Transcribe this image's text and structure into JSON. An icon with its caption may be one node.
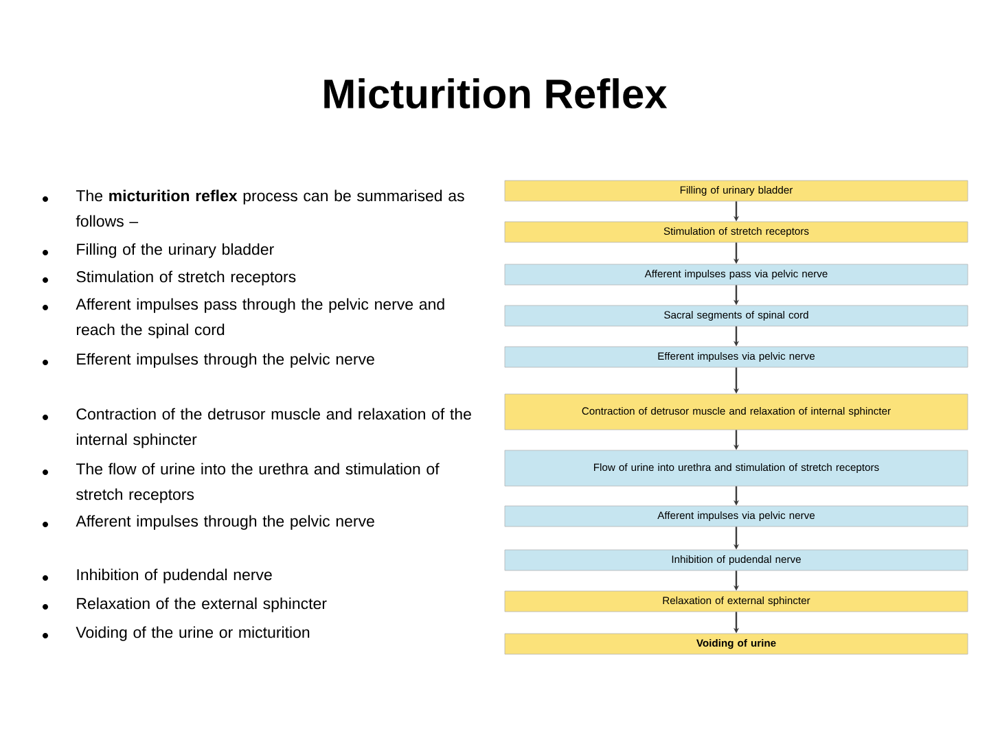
{
  "diagram": {
    "title": "Micturition Reflex",
    "nodes": [
      {
        "text": [
          "Filling of urinary bladder"
        ]
      },
      {
        "text": [
          "Stimulation of stretch receptors"
        ]
      },
      {
        "text": [
          "Afferent impulses pass via pelvic nerve"
        ]
      },
      {
        "text": [
          "Sacral segments of spinal cord"
        ]
      },
      {
        "text": [
          "Efferent impulses via pelvic nerve"
        ]
      },
      {
        "text": [
          "Contraction of detrusor muscle and relaxation of internal sphincter"
        ]
      },
      {
        "text": [
          "Flow of urine into urethra and stimulation of stretch receptors"
        ]
      },
      {
        "text": [
          "Afferent impulses via pelvic nerve"
        ]
      },
      {
        "text": [
          "Inhibition of pudendal nerve"
        ]
      },
      {
        "text": [
          "Relaxation of external sphincter"
        ]
      },
      {
        "text": [
          "Voiding of urine"
        ]
      }
    ],
    "edges": [
      {
        "from": 0,
        "to": 1,
        "arrow": "to"
      },
      {
        "from": 1,
        "to": 2,
        "arrow": "to"
      },
      {
        "from": 2,
        "to": 3,
        "arrow": "to"
      },
      {
        "from": 3,
        "to": 4,
        "arrow": "to"
      },
      {
        "from": 4,
        "to": 5,
        "arrow": "to"
      },
      {
        "from": 5,
        "to": 6,
        "arrow": "to"
      },
      {
        "from": 6,
        "to": 7,
        "arrow": "to"
      },
      {
        "from": 7,
        "to": 8,
        "arrow": "to"
      },
      {
        "from": 8,
        "to": 9,
        "arrow": "to"
      },
      {
        "from": 9,
        "to": 10,
        "arrow": "to"
      }
    ],
    "labels": [
      "The **micturition reflex** process can be summarised as follows –",
      "Filling of the urinary bladder",
      "Stimulation of stretch receptors",
      "Afferent impulses pass through the pelvic nerve and reach the spinal cord",
      "Efferent impulses through the pelvic nerve",
      "Contraction of the detrusor muscle and relaxation of the internal sphincter",
      "The flow of urine into the urethra and stimulation of stretch receptors",
      "Afferent impulses through the pelvic nerve",
      "Inhibition of pudendal nerve",
      "Relaxation of the external sphincter",
      "Voiding of the urine or micturition"
    ]
  }
}
